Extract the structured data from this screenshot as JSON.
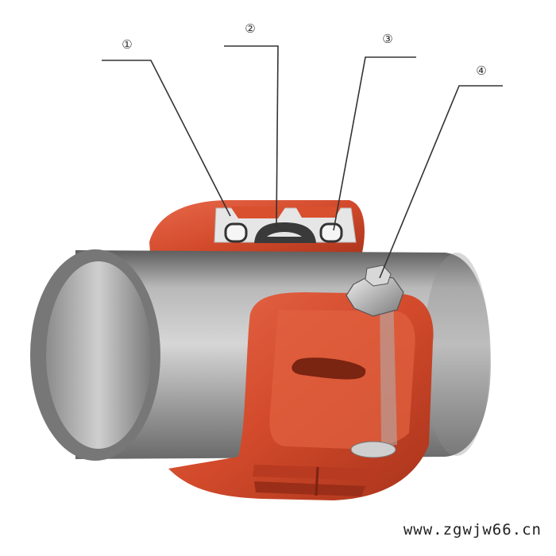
{
  "callouts": [
    {
      "id": "c1",
      "label": "①"
    },
    {
      "id": "c2",
      "label": "②"
    },
    {
      "id": "c3",
      "label": "③"
    },
    {
      "id": "c4",
      "label": "④"
    }
  ],
  "watermark": "www.zgwjw66.cn",
  "colors": {
    "housing": "#d9502f",
    "housing_dark": "#a8331b",
    "pipe": "#a8a8a8",
    "pipe_dark": "#6e6e6e",
    "gasket_frame": "#e8e8e8",
    "leader": "#333333"
  },
  "icons": {
    "callout": "circled-number-icon",
    "bolt": "hex-bolt-icon"
  }
}
